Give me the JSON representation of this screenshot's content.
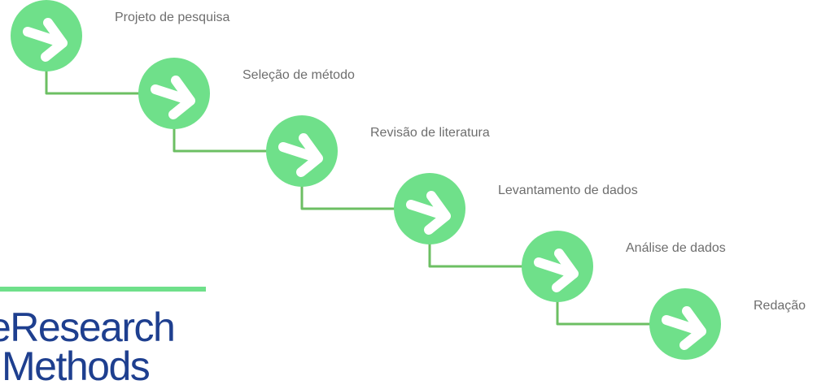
{
  "steps": [
    {
      "label": "Projeto de pesquisa"
    },
    {
      "label": "Seleção de método"
    },
    {
      "label": "Revisão de literatura"
    },
    {
      "label": "Levantamento de dados"
    },
    {
      "label": "Análise de dados"
    },
    {
      "label": "Redação"
    }
  ],
  "brand": {
    "line1": "eResearch",
    "line2": "Methods"
  },
  "icons": {
    "step": "arrow-right-icon"
  },
  "colors": {
    "circle": "#6fe08a",
    "connector": "#6cbf63",
    "label": "#6e6e6e",
    "brand_text": "#1e3f8f",
    "brand_rule": "#6fe08a"
  }
}
